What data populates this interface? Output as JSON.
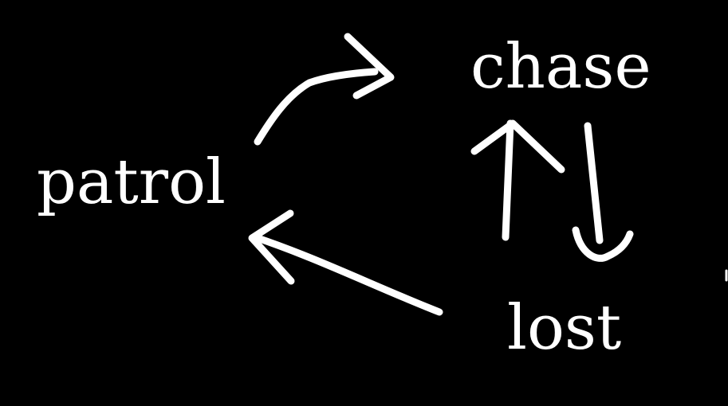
{
  "diagram": {
    "background": "#000000",
    "ink": "#ffffff",
    "states": {
      "patrol": "patrol",
      "chase": "chase",
      "lost": "lost"
    },
    "transitions": [
      {
        "from": "patrol",
        "to": "chase"
      },
      {
        "from": "lost",
        "to": "chase"
      },
      {
        "from": "chase",
        "to": "lost"
      },
      {
        "from": "lost",
        "to": "patrol"
      }
    ]
  }
}
